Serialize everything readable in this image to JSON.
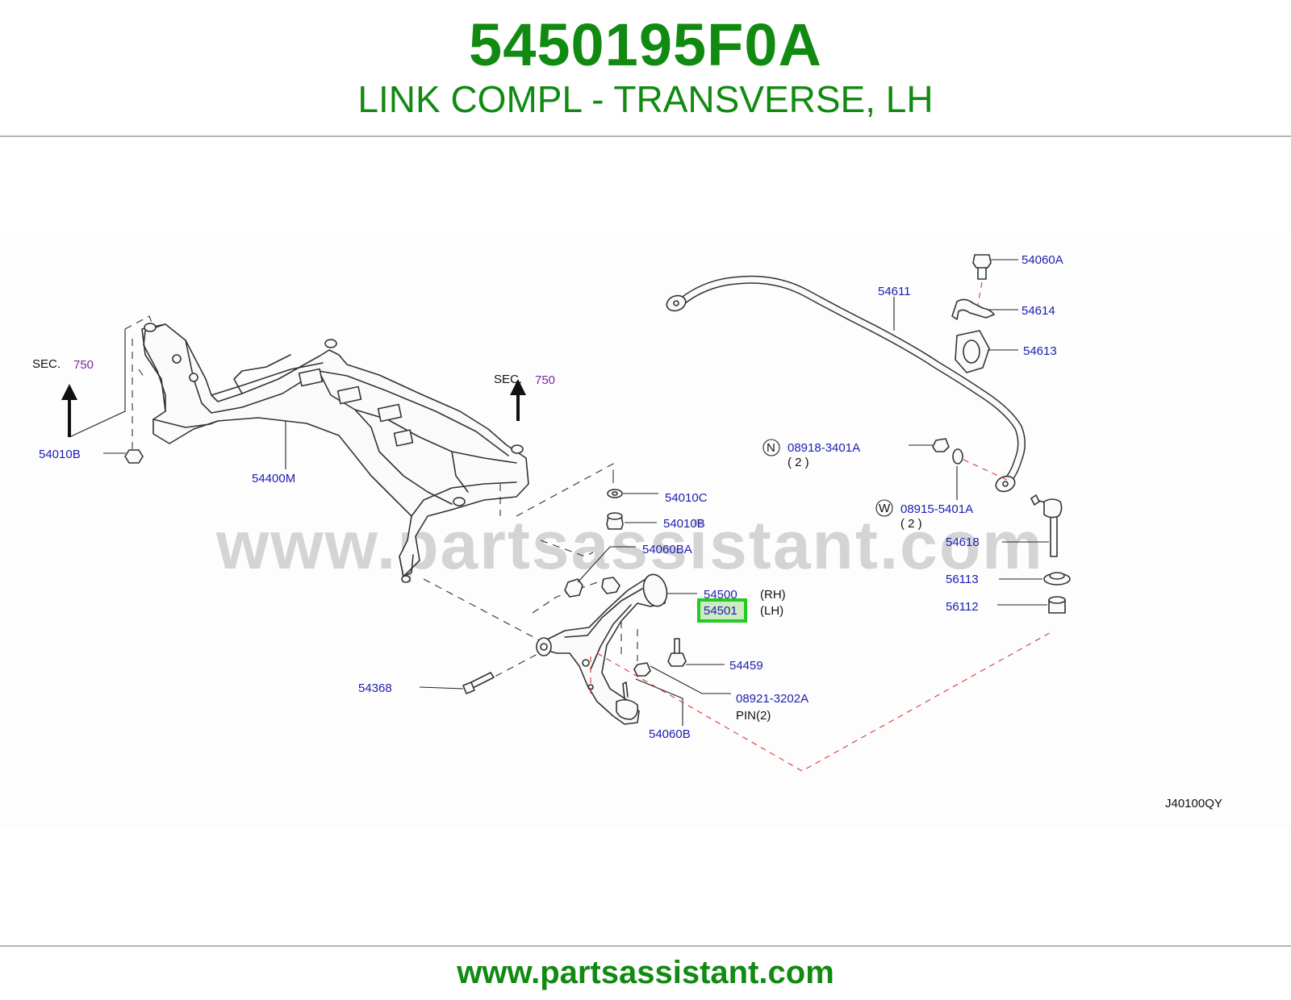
{
  "header": {
    "part_number": "5450195F0A",
    "description": "LINK COMPL - TRANSVERSE, LH"
  },
  "footer": {
    "url": "www.partsassistant.com"
  },
  "watermark": "www.partsassistant.com",
  "diagram_code": "J40100QY",
  "section_refs": [
    {
      "prefix": "SEC.",
      "number": "750"
    },
    {
      "prefix": "SEC.",
      "number": "750"
    }
  ],
  "parts": {
    "p54060A": "54060A",
    "p54611": "54611",
    "p54614": "54614",
    "p54613": "54613",
    "p54010B_left": "54010B",
    "p54400M": "54400M",
    "p54010C": "54010C",
    "p54010B": "54010B",
    "p54060BA": "54060BA",
    "p54500": "54500",
    "p54500_side": "(RH)",
    "p54501": "54501",
    "p54501_side": "(LH)",
    "p54459": "54459",
    "p08921": "08921-3202A",
    "p08921_note": "PIN(2)",
    "p54368": "54368",
    "p54060B": "54060B",
    "p08918_marker": "N",
    "p08918": "08918-3401A",
    "p08918_qty": "( 2 )",
    "p08915_marker": "W",
    "p08915": "08915-5401A",
    "p08915_qty": "( 2 )",
    "p54618": "54618",
    "p56113": "56113",
    "p56112": "56112"
  },
  "colors": {
    "brand_green": "#118a11",
    "part_label_blue": "#1c1cb0",
    "section_purple": "#7a2a9a",
    "highlight_green": "#22cc22",
    "highlight_fill": "#cfe9c2"
  },
  "highlighted_part": "54501"
}
